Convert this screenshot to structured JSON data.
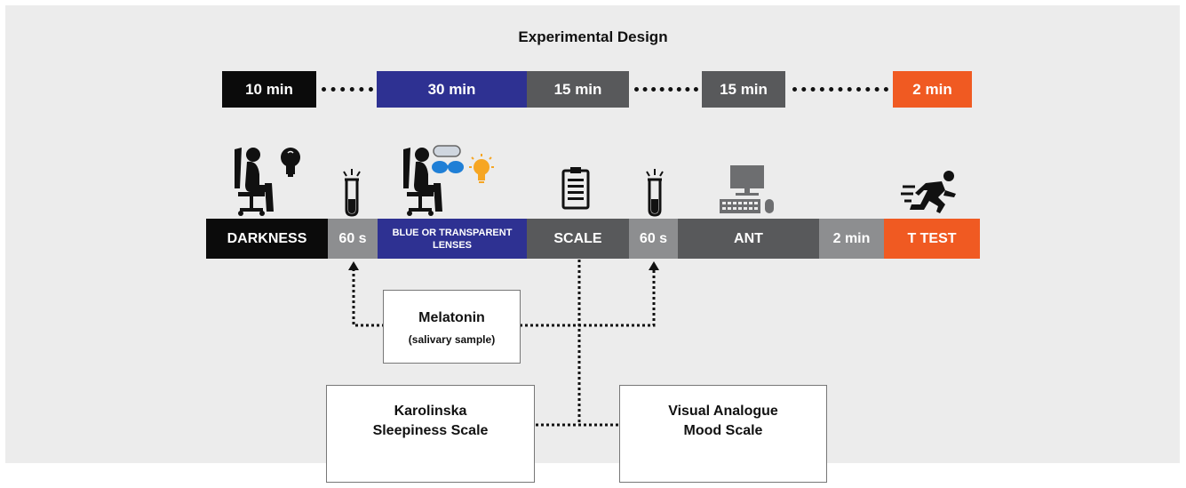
{
  "title": "Experimental Design",
  "timeline": {
    "t1": "10 min",
    "t2": "30 min",
    "t3": "15 min",
    "t4": "15 min",
    "t5": "2 min"
  },
  "segments": {
    "darkness": "DARKNESS",
    "s60a": "60 s",
    "lenses": "BLUE OR TRANSPARENT LENSES",
    "scale": "SCALE",
    "s60b": "60 s",
    "ant": "ANT",
    "min2": "2 min",
    "ttest": "T TEST"
  },
  "boxes": {
    "melatonin": "Melatonin",
    "melatonin_sub": "(salivary sample)",
    "karolinska_1": "Karolinska",
    "karolinska_2": "Sleepiness Scale",
    "vams_1": "Visual Analogue",
    "vams_2": "Mood Scale"
  },
  "colors": {
    "black": "#0b0b0b",
    "blue": "#2e3192",
    "dark_gray": "#58595b",
    "light_gray": "#8d8e90",
    "orange": "#f05a22"
  },
  "icons": [
    "seated-person-icon",
    "light-bulb-off-icon",
    "test-tube-icon",
    "glasses-icon",
    "light-bulb-on-icon",
    "clipboard-icon",
    "computer-icon",
    "running-person-icon"
  ]
}
